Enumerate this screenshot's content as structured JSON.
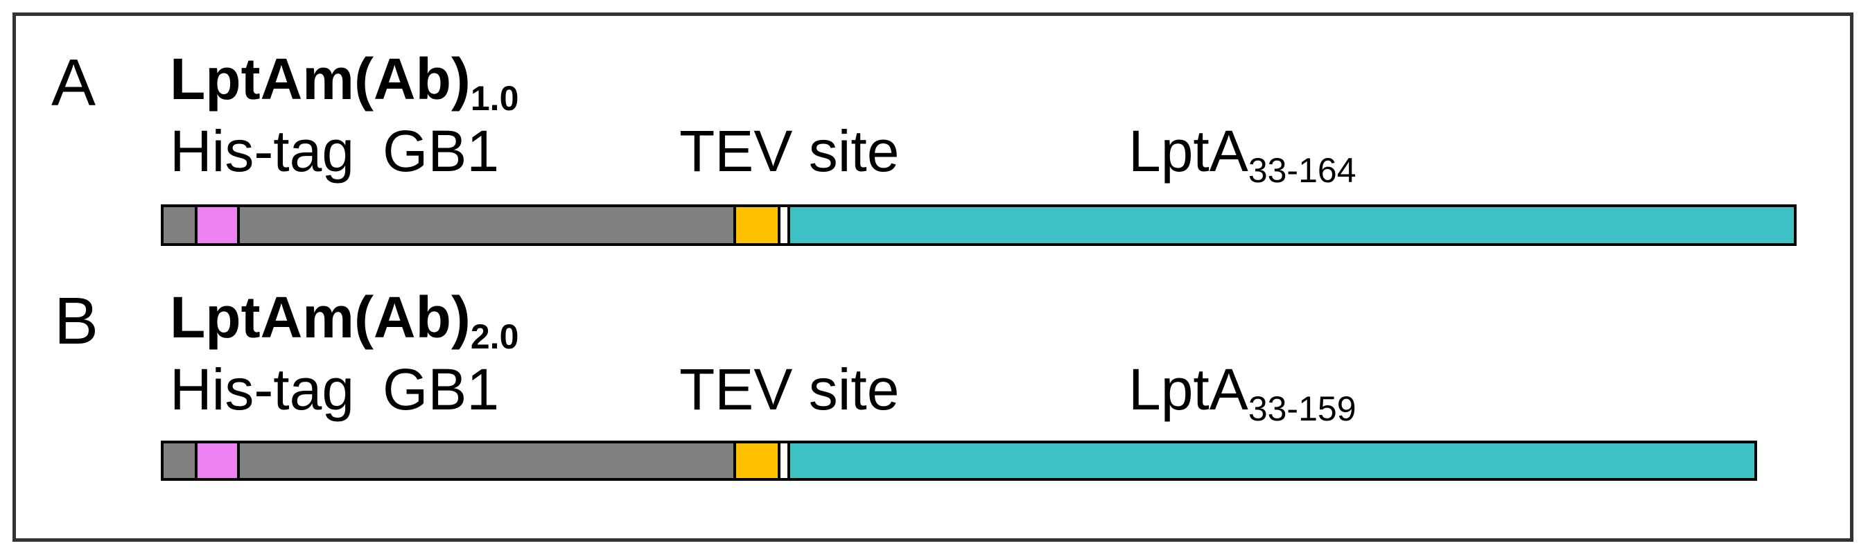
{
  "figure": {
    "type": "protein-construct-schematic",
    "panels": [
      {
        "letter": "A",
        "title": {
          "main": "LptAm(Ab)",
          "subscript": "1.0"
        },
        "labels": {
          "his_tag": "His-tag",
          "gb1": "GB1",
          "tev_site": "TEV site",
          "lpta_main": "LptA",
          "lpta_subscript": "33-164"
        },
        "bar": {
          "segments": [
            {
              "name": "linker",
              "color_key": "linker_gray"
            },
            {
              "name": "his-tag",
              "color_key": "his_tag"
            },
            {
              "name": "gb1-linker",
              "color_key": "linker_gray"
            },
            {
              "name": "tev-site",
              "color_key": "tev_site"
            },
            {
              "name": "spacer",
              "color_key": "spacer_white"
            },
            {
              "name": "lpta-33-164",
              "color_key": "lpta_teal"
            }
          ]
        }
      },
      {
        "letter": "B",
        "title": {
          "main": "LptAm(Ab)",
          "subscript": "2.0"
        },
        "labels": {
          "his_tag": "His-tag",
          "gb1": "GB1",
          "tev_site": "TEV site",
          "lpta_main": "LptA",
          "lpta_subscript": "33-159"
        },
        "bar": {
          "segments": [
            {
              "name": "linker",
              "color_key": "linker_gray"
            },
            {
              "name": "his-tag",
              "color_key": "his_tag"
            },
            {
              "name": "gb1-linker",
              "color_key": "linker_gray"
            },
            {
              "name": "tev-site",
              "color_key": "tev_site"
            },
            {
              "name": "spacer",
              "color_key": "spacer_white"
            },
            {
              "name": "lpta-33-159",
              "color_key": "lpta_teal"
            }
          ]
        }
      }
    ]
  },
  "colors": {
    "linker_gray": "#808080",
    "his_tag": "#EF82F2",
    "tev_site": "#FFC000",
    "spacer_white": "#FFFFFF",
    "lpta_teal": "#3EC1C4",
    "outline": "#000000",
    "frame": "#333333"
  }
}
